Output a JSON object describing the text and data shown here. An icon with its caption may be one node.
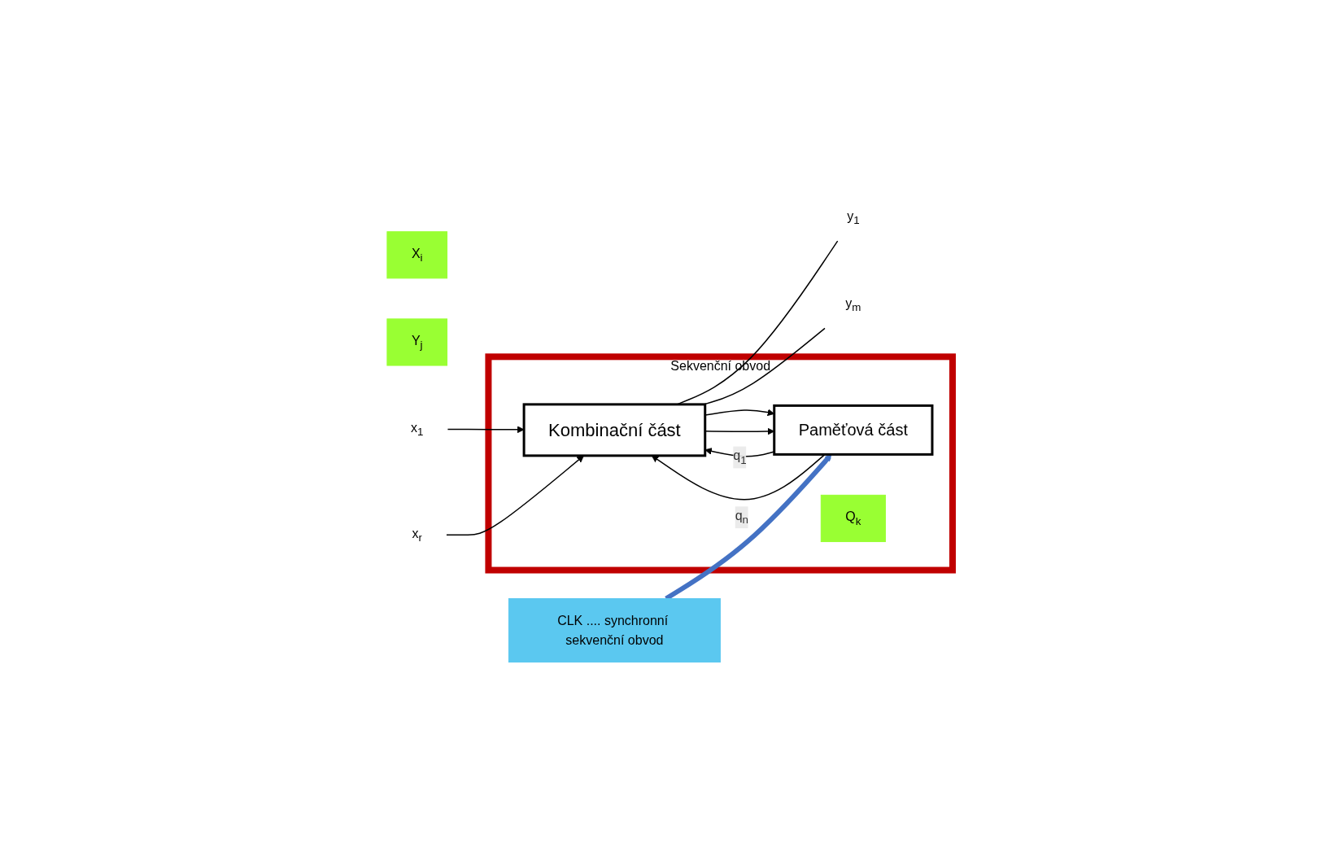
{
  "diagram": {
    "nodes": [
      {
        "text": [
          "Sekvenční obvod"
        ]
      },
      {
        "text": [
          "Kombinační část"
        ],
        "in": 0
      },
      {
        "text": [
          "Paměťová část"
        ],
        "in": 0
      },
      {
        "text": [
          "X$_{i}$"
        ]
      },
      {
        "text": [
          "Y$_{j}$"
        ]
      },
      {
        "text": [
          "Q$_{k}$"
        ],
        "in": 0
      },
      {
        "text": [
          "CLK .... synchronní sekvenční obvod"
        ]
      },
      {
        "text": [
          "x$_{1}$"
        ]
      },
      {
        "text": [
          "x$_{r}$"
        ]
      },
      {
        "text": [
          "y$_{1}$"
        ]
      },
      {
        "text": [
          "y$_{m}$"
        ]
      }
    ],
    "edges": [
      {
        "from": 7,
        "to": 1,
        "arrow": "to"
      },
      {
        "from": 8,
        "to": 1,
        "arrow": "to"
      },
      {
        "from": 1,
        "to": 9,
        "arrow": "none"
      },
      {
        "from": 1,
        "to": 10,
        "arrow": "none"
      },
      {
        "from": 2,
        "to": 1,
        "arrow": "to",
        "label": "q$_{1}$"
      },
      {
        "from": 2,
        "to": 1,
        "arrow": "to",
        "label": "q$_{n}$"
      },
      {
        "from": 1,
        "to": 2,
        "arrow": "to"
      },
      {
        "from": 1,
        "to": 2,
        "arrow": "to"
      },
      {
        "from": 6,
        "to": 2,
        "arrow": "to",
        "style": "thick",
        "color": "#4472c4"
      }
    ]
  }
}
